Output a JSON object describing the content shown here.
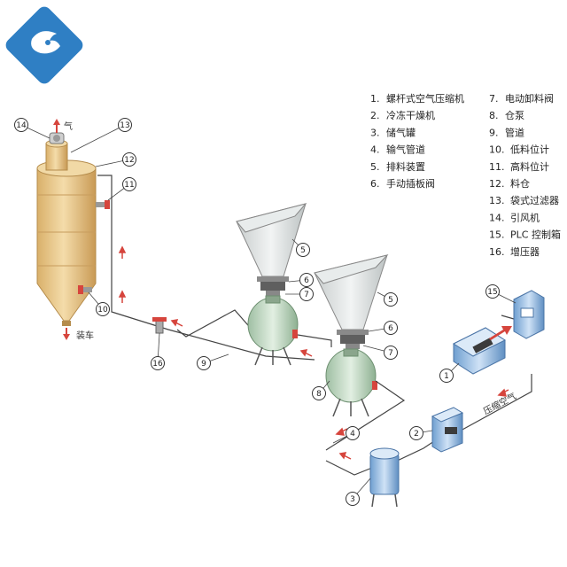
{
  "legend": [
    {
      "num": "1.",
      "label": "螺杆式空气压缩机"
    },
    {
      "num": "2.",
      "label": "冷冻干燥机"
    },
    {
      "num": "3.",
      "label": "储气罐"
    },
    {
      "num": "4.",
      "label": "输气管道"
    },
    {
      "num": "5.",
      "label": "排料装置"
    },
    {
      "num": "6.",
      "label": "手动插板阀"
    },
    {
      "num": "7.",
      "label": "电动卸料阀"
    },
    {
      "num": "8.",
      "label": "仓泵"
    },
    {
      "num": "9.",
      "label": "管道"
    },
    {
      "num": "10.",
      "label": "低料位计"
    },
    {
      "num": "11.",
      "label": "高料位计"
    },
    {
      "num": "12.",
      "label": "料仓"
    },
    {
      "num": "13.",
      "label": "袋式过滤器"
    },
    {
      "num": "14.",
      "label": "引风机"
    },
    {
      "num": "15.",
      "label": "PLC 控制箱"
    },
    {
      "num": "16.",
      "label": "增压器"
    }
  ],
  "labels": {
    "gas": "气",
    "loading": "装车",
    "compressed_air": "压缩空气"
  },
  "callouts": [
    "1",
    "2",
    "3",
    "4",
    "5",
    "6",
    "7",
    "8",
    "9",
    "10",
    "11",
    "12",
    "13",
    "14",
    "15",
    "16"
  ],
  "colors": {
    "silo": "#e9c98a",
    "tank_green": "#c7dcc7",
    "hopper": "#d8dcdc",
    "logo": "#2f7fc4",
    "arrow_red": "#d6453d",
    "equipment_blue": "#8bb6e0"
  }
}
